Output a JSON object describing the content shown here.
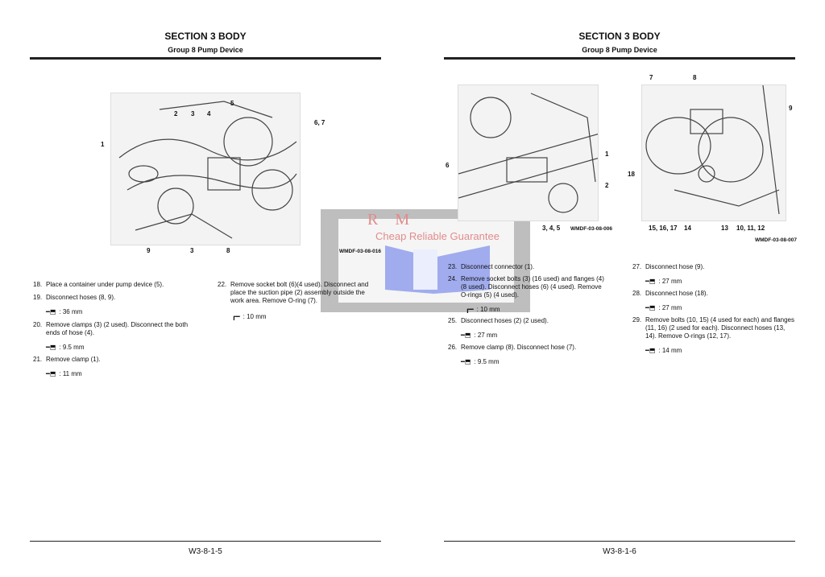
{
  "left_page": {
    "section": "SECTION 3 BODY",
    "group": "Group 8 Pump Device",
    "figure": {
      "labels": [
        "1",
        "2",
        "3",
        "4",
        "5",
        "6, 7",
        "9",
        "3",
        "8"
      ],
      "code": "WMDF-03-08-016"
    },
    "steps": [
      {
        "num": "18.",
        "text": "Place a container under pump device (5)."
      },
      {
        "num": "19.",
        "text": "Disconnect hoses (8, 9).",
        "tool": "wrench",
        "size": ": 36 mm"
      },
      {
        "num": "20.",
        "text": "Remove clamps (3) (2 used). Disconnect the both ends of hose (4).",
        "tool": "wrench",
        "size": ": 9.5 mm"
      },
      {
        "num": "21.",
        "text": "Remove clamp (1).",
        "tool": "wrench",
        "size": ": 11 mm"
      },
      {
        "num": "22.",
        "text": "Remove socket bolt (6)(4 used). Disconnect and place the suction pipe (2) assembly outside the work area. Remove O-ring (7).",
        "tool": "hex-key",
        "size": ": 10 mm"
      }
    ],
    "page_number": "W3-8-1-5"
  },
  "right_page": {
    "section": "SECTION 3 BODY",
    "group": "Group 8 Pump Device",
    "figure1": {
      "labels": [
        "1",
        "6",
        "2",
        "3, 4, 5"
      ],
      "code": "WMDF-03-08-006"
    },
    "figure2": {
      "labels": [
        "7",
        "8",
        "9",
        "18",
        "15, 16, 17",
        "14",
        "13",
        "10, 11, 12"
      ],
      "code": "WMDF-03-08-007"
    },
    "steps": [
      {
        "num": "23.",
        "text": "Disconnect connector (1)."
      },
      {
        "num": "24.",
        "text": "Remove socket bolts (3) (16 used) and flanges (4) (8 used). Disconnect hoses (6) (4 used). Remove O-rings (5) (4 used).",
        "tool": "hex-key",
        "size": ": 10 mm"
      },
      {
        "num": "25.",
        "text": "Disconnect hoses (2) (2 used).",
        "tool": "wrench",
        "size": ": 27 mm"
      },
      {
        "num": "26.",
        "text": "Remove clamp (8). Disconnect hose (7).",
        "tool": "wrench",
        "size": ": 9.5 mm"
      },
      {
        "num": "27.",
        "text": "Disconnect hose (9).",
        "tool": "wrench",
        "size": ": 27 mm"
      },
      {
        "num": "28.",
        "text": "Disconnect hose (18).",
        "tool": "wrench",
        "size": ": 27 mm"
      },
      {
        "num": "29.",
        "text": "Remove bolts (10, 15) (4 used for each) and flanges (11, 16) (2 used for each). Disconnect hoses (13, 14). Remove O-rings (12, 17).",
        "tool": "wrench",
        "size": ": 14 mm"
      }
    ],
    "page_number": "W3-8-1-6"
  },
  "watermark": {
    "logo_text": "R M",
    "tagline": "Cheap Reliable Guarantee"
  }
}
